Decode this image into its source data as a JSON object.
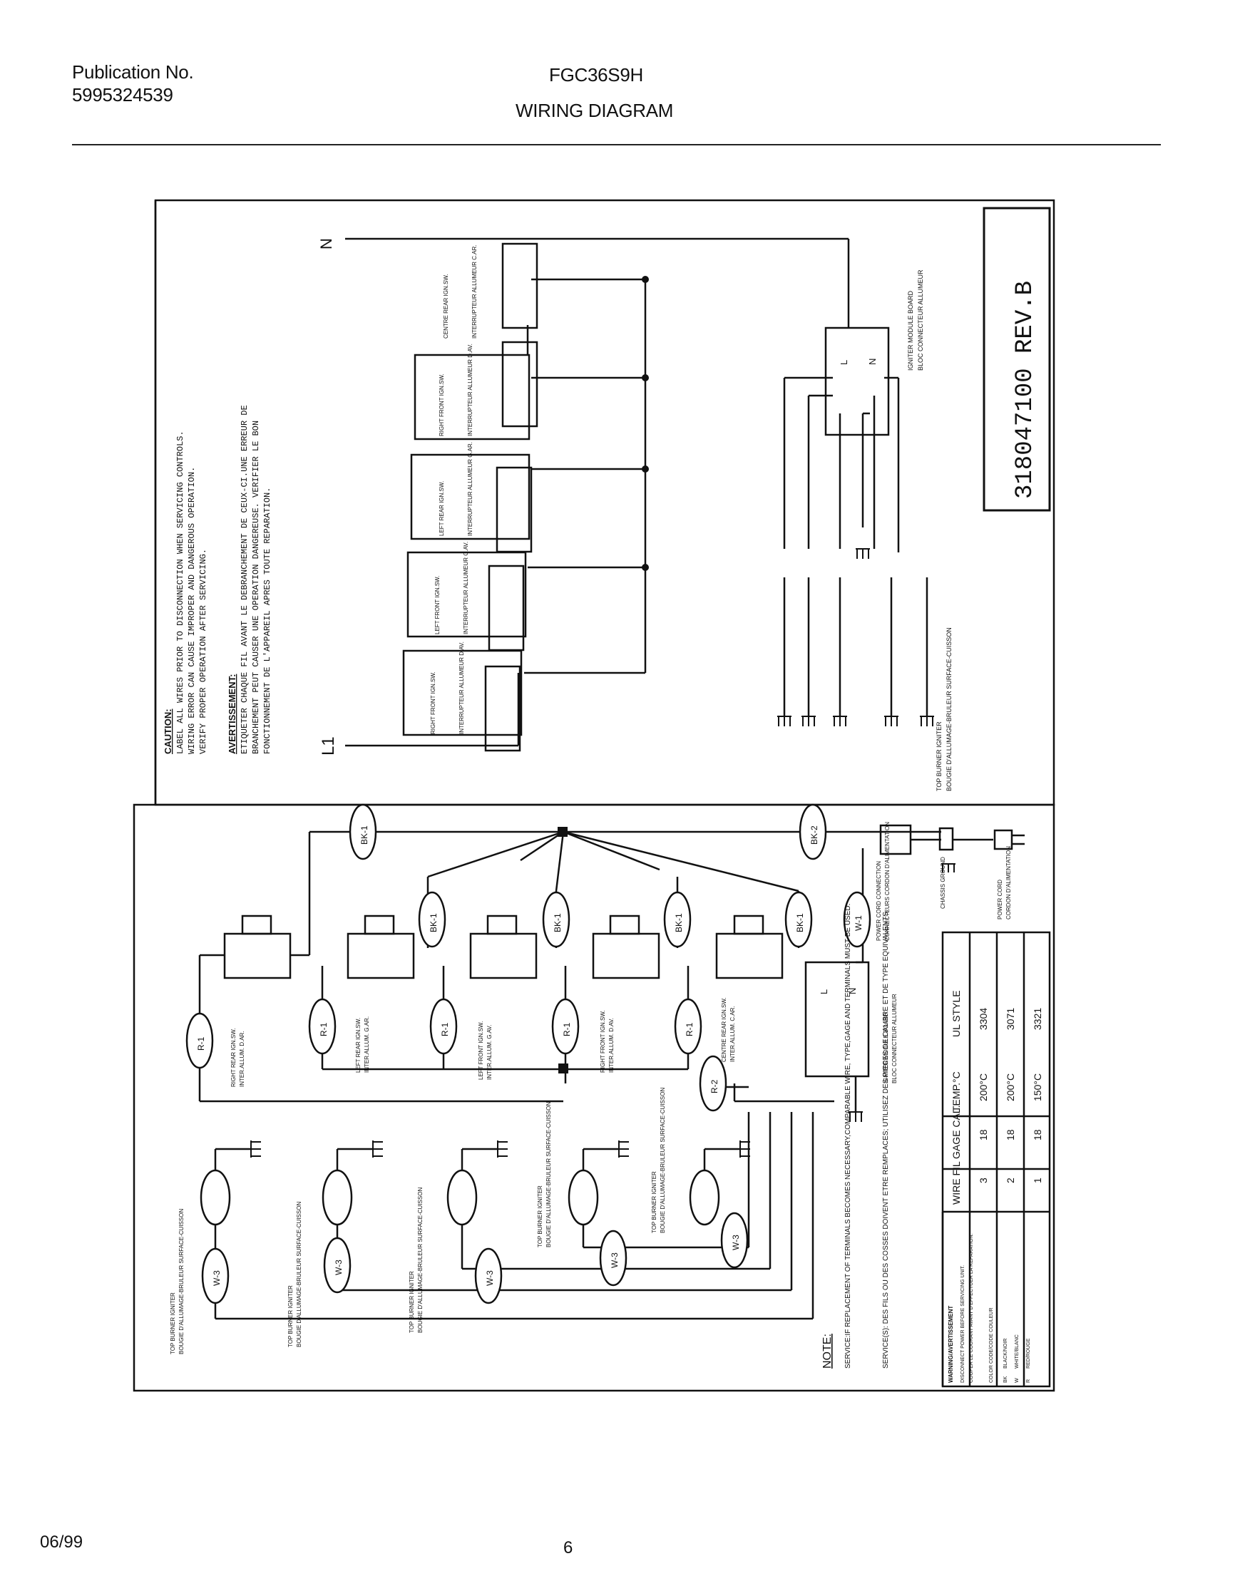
{
  "header": {
    "publication_label": "Publication No.",
    "publication_number": "5995324539",
    "model": "FGC36S9H",
    "title": "WIRING DIAGRAM"
  },
  "footer": {
    "date": "06/99",
    "page": "6"
  },
  "diagram": {
    "line_in": "L1",
    "neutral": "N",
    "part_number": "318047100 REV.B",
    "caution": {
      "heading": "CAUTION:",
      "lines": [
        "LABEL ALL WIRES PRIOR TO DISCONNECTION WHEN SERVICING CONTROLS.",
        "WIRING ERROR CAN CAUSE IMPROPER AND DANGEROUS OPERATION.",
        "VERIFY PROPER OPERATION AFTER SERVICING."
      ]
    },
    "avertissement": {
      "heading": "AVERTISSEMENT:",
      "lines": [
        "ETIQUETER CHAQUE FIL AVANT LE DEBRANCHEMENT DE CEUX-CI.UNE ERREUR DE",
        "BRANCHEMENT PEUT CAUSER UNE OPERATION DANGEREUSE. VERIFIER LE BON",
        "FONCTIONNEMENT DE L'APPAREIL APRES TOUTE REPARATION."
      ]
    },
    "switches": [
      {
        "name": "RIGHT FRONT IGN.SW.",
        "fr": "INTERRUPTEUR ALLUMEUR D.AV."
      },
      {
        "name": "LEFT FRONT IGN.SW.",
        "fr": "INTERRUPTEUR ALLUMEUR G.AV."
      },
      {
        "name": "LEFT REAR IGN.SW.",
        "fr": "INTERRUPTEUR ALLUMEUR G.AR."
      },
      {
        "name": "RIGHT FRONT IGN.SW.",
        "fr": "INTERRUPTEUR ALLUMEUR D.AV."
      },
      {
        "name": "CENTRE REAR IGN.SW.",
        "fr": "INTERRUPTEUR ALLUMEUR C.AR."
      }
    ],
    "module_top": {
      "name": "IGNITER MODULE BOARD",
      "fr": "BLOC CONNECTEUR ALLUMEUR",
      "l": "L",
      "n": "N"
    },
    "ignitor_caption": {
      "en": "TOP BURNER IGNITER",
      "fr": "BOUGIE D'ALLUMAGE-BRULEUR SURFACE-CUISSON"
    },
    "wire_tags": {
      "bk1": "BK-1",
      "bk2": "BK-2",
      "r1": "R-1",
      "r2": "R-2",
      "w1": "W-1",
      "w3": "W-3"
    },
    "lower_switches": [
      {
        "en": "RIGHT REAR IGN.SW.",
        "fr": "INTER.ALLUM. D.AR."
      },
      {
        "en": "LEFT REAR IGN.SW.",
        "fr": "INTER.ALLUM. G.AR."
      },
      {
        "en": "LEFT FRONT IGN.SW.",
        "fr": "INTER.ALLUM. G.AV."
      },
      {
        "en": "RIGHT FRONT IGN.SW.",
        "fr": "INTER.ALLUM. D.AV."
      },
      {
        "en": "CENTRE REAR IGN.SW.",
        "fr": "INTER.ALLUM. C.AR."
      }
    ],
    "power_cord": {
      "name": "POWER CORD CONNECTION",
      "fr": "CONNECTEURS CORDON D'ALIMENTATION"
    },
    "chassis_ground": "CHASSIS GROUND",
    "power_cord_label": {
      "name": "POWER CORD",
      "fr": "CORDON D'ALIMENTATION"
    },
    "module_lower": {
      "name": "IGNITER MODULE BOARD",
      "fr": "BLOC CONNECTEUR ALLUMEUR",
      "l": "L",
      "n": "N"
    },
    "note": {
      "heading": "NOTE:",
      "service_en": "SERVICE:IF REPLACEMENT OF TERMINALS BECOMES NECESSARY,COMPARABLE WIRE, TYPE,GAGE AND TERMINALS MUST BE USED.",
      "service_fr": "SERVICE(S): DES FILS OU DES COSSES DOIVENT ETRE REMPLACES; UTILISEZ DES PIECES DE CALIBRE ET DE TYPE EQUIVALENTS."
    },
    "wire_table": {
      "col_wire": "WIRE FIL",
      "col_gage": "GAGE CAL.",
      "col_temp": "TEMP.°C",
      "col_ul": "UL STYLE",
      "rows": [
        {
          "wire": "3",
          "gage": "18",
          "temp": "200°C",
          "ul": "3304"
        },
        {
          "wire": "2",
          "gage": "18",
          "temp": "200°C",
          "ul": "3071"
        },
        {
          "wire": "1",
          "gage": "18",
          "temp": "150°C",
          "ul": "3321"
        }
      ]
    },
    "warning_box": {
      "heading": "WARNING/AVERTISSEMENT",
      "line1": "DISCONNECT POWER BEFORE SERVICING UNIT.",
      "line2": "COUPER LE COURANT AVANT D'EFFECTUER LA REPARATION.",
      "color_heading": "COLOR CODE/CODE COULEUR",
      "colors": [
        {
          "code": "BK",
          "name": "BLACK/NOIR"
        },
        {
          "code": "W",
          "name": "WHITE/BLANC"
        },
        {
          "code": "R",
          "name": "RED/ROUGE"
        }
      ]
    }
  }
}
